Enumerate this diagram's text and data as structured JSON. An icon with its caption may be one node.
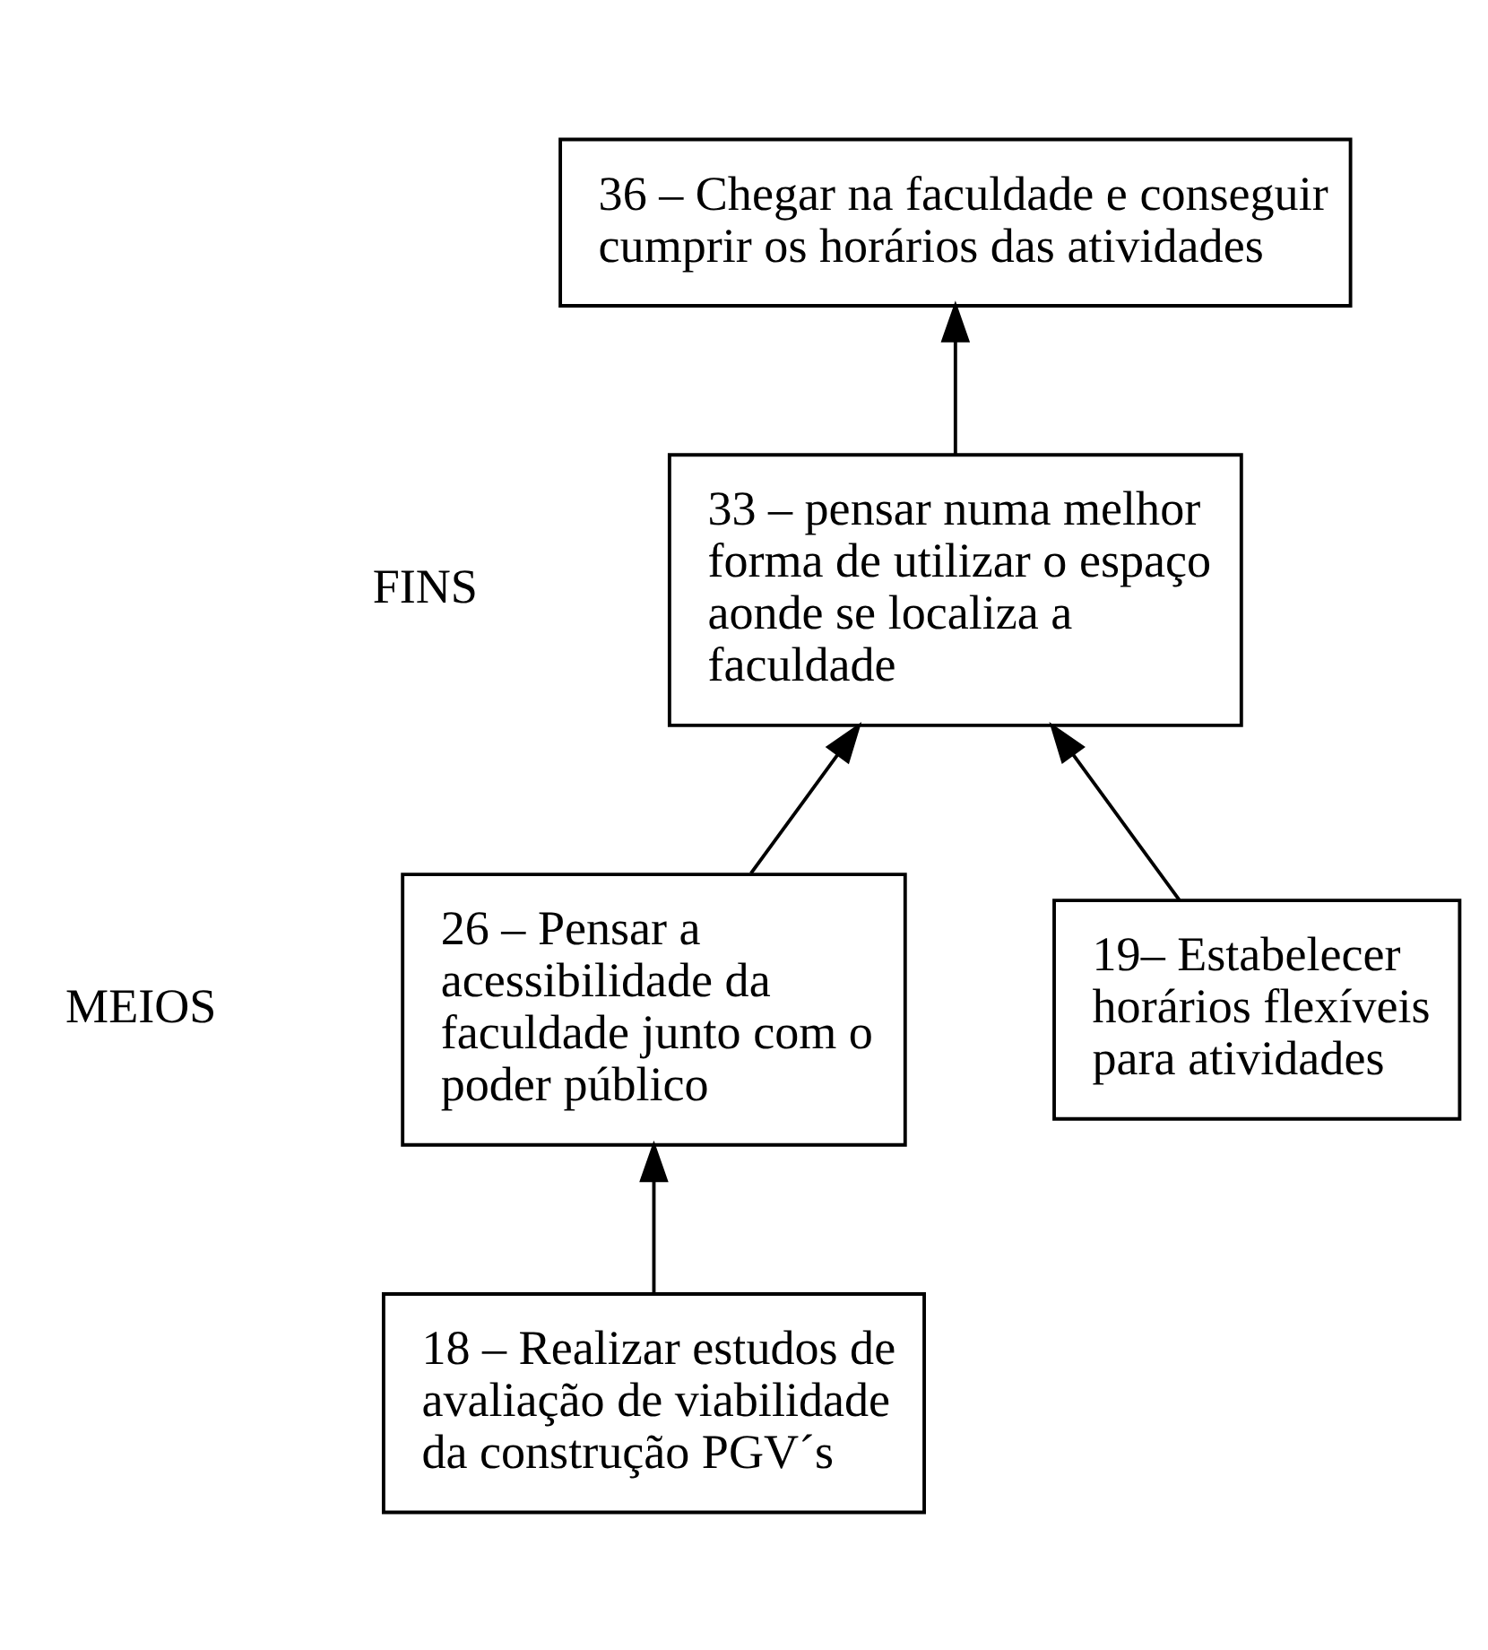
{
  "diagram": {
    "nodes": [
      {
        "text": [
          "36 – Chegar na faculdade e conseguir cumprir os horários das atividades"
        ]
      },
      {
        "text": [
          "33 – pensar numa melhor forma de utilizar o espaço aonde se localiza a faculdade"
        ]
      },
      {
        "text": [
          "26 – Pensar a acessibilidade da faculdade junto com o poder público"
        ]
      },
      {
        "text": [
          "18 – Realizar estudos de avaliação de viabilidade da construção PGV´s"
        ]
      },
      {
        "text": [
          "19– Estabelecer horários flexíveis para atividades"
        ]
      }
    ],
    "edges": [
      {
        "from": 1,
        "to": 0,
        "arrow": "to"
      },
      {
        "from": 2,
        "to": 1,
        "arrow": "to"
      },
      {
        "from": 4,
        "to": 1,
        "arrow": "to"
      },
      {
        "from": 3,
        "to": 2,
        "arrow": "to"
      }
    ],
    "labels": [
      "FINS",
      "MEIOS"
    ]
  }
}
